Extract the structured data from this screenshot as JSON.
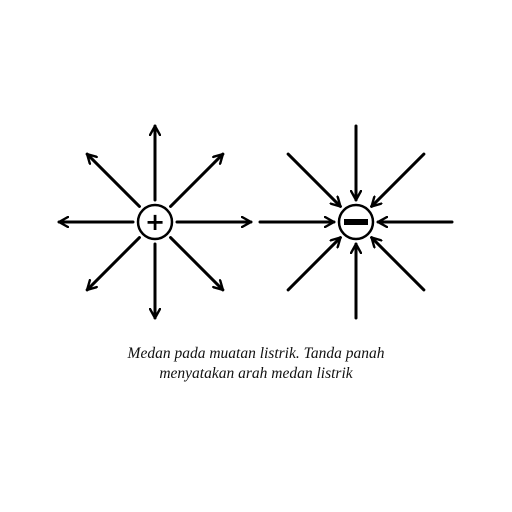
{
  "diagram": {
    "positive_charge": {
      "symbol": "+",
      "field_direction": "outward",
      "field_line_count": 8
    },
    "negative_charge": {
      "symbol": "−",
      "field_direction": "inward",
      "field_line_count": 8
    },
    "colors": {
      "arrow": "#000000",
      "charge_outline": "#000000",
      "charge_fill": "#ffffff"
    }
  },
  "caption": {
    "line1": "Medan pada muatan listrik. Tanda panah",
    "line2": "menyatakan arah medan listrik"
  }
}
